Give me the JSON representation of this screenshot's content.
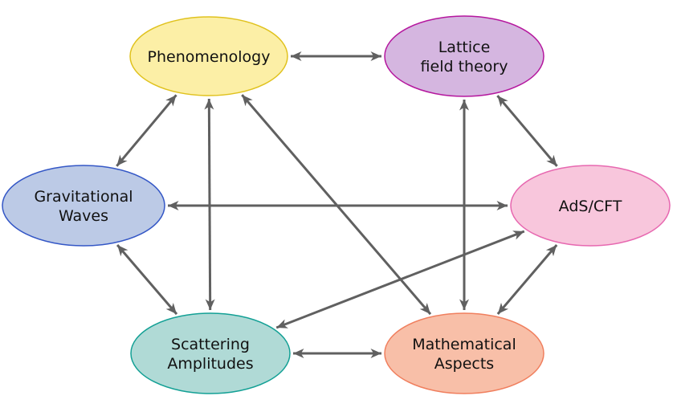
{
  "nodes": [
    {
      "id": "phenomenology",
      "lines": [
        "Phenomenology"
      ],
      "fill": "#FCEFA6",
      "stroke": "#E0C21E"
    },
    {
      "id": "lattice",
      "lines": [
        "Lattice",
        "field theory"
      ],
      "fill": "#D5B6E0",
      "stroke": "#B5179E"
    },
    {
      "id": "gravitational",
      "lines": [
        "Gravitational",
        "Waves"
      ],
      "fill": "#BCCAE6",
      "stroke": "#3457C6"
    },
    {
      "id": "adscft",
      "lines": [
        "AdS/CFT"
      ],
      "fill": "#F8C6DC",
      "stroke": "#E768B0"
    },
    {
      "id": "scattering",
      "lines": [
        "Scattering",
        "Amplitudes"
      ],
      "fill": "#B0DAD6",
      "stroke": "#13A095"
    },
    {
      "id": "mathematical",
      "lines": [
        "Mathematical",
        "Aspects"
      ],
      "fill": "#F8BFA8",
      "stroke": "#F07F5E"
    }
  ],
  "edges": [
    {
      "from": "phenomenology",
      "to": "lattice"
    },
    {
      "from": "phenomenology",
      "to": "gravitational"
    },
    {
      "from": "phenomenology",
      "to": "scattering"
    },
    {
      "from": "phenomenology",
      "to": "mathematical"
    },
    {
      "from": "lattice",
      "to": "adscft"
    },
    {
      "from": "lattice",
      "to": "mathematical"
    },
    {
      "from": "gravitational",
      "to": "adscft"
    },
    {
      "from": "gravitational",
      "to": "scattering"
    },
    {
      "from": "adscft",
      "to": "scattering"
    },
    {
      "from": "adscft",
      "to": "mathematical"
    },
    {
      "from": "scattering",
      "to": "mathematical"
    }
  ]
}
